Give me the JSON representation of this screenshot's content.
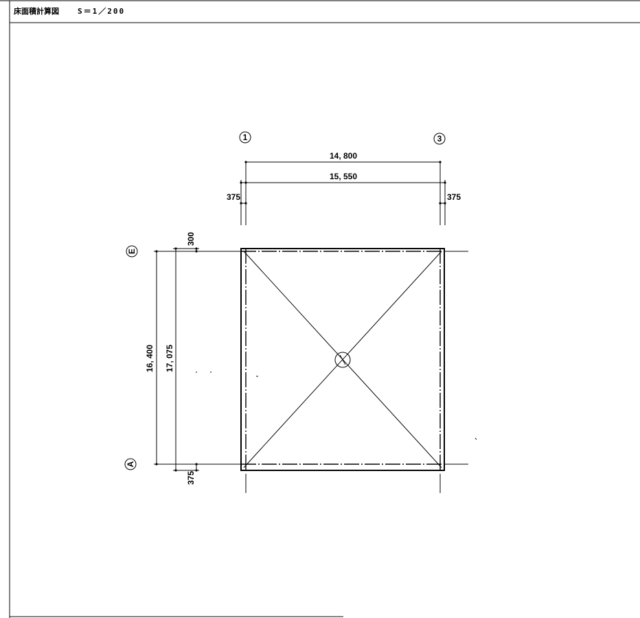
{
  "title": {
    "drawing_name": "床面積計算図",
    "scale": "S＝1／200"
  },
  "grid_labels": {
    "col_left": "1",
    "col_right": "3",
    "row_top": "E",
    "row_bottom": "A"
  },
  "dimensions": {
    "span_x_grid": "14, 800",
    "span_x_total": "15, 550",
    "offset_left": "375",
    "offset_right": "375",
    "span_y_grid": "16, 400",
    "span_y_total": "17, 075",
    "offset_top": "300",
    "offset_bottom": "375"
  }
}
